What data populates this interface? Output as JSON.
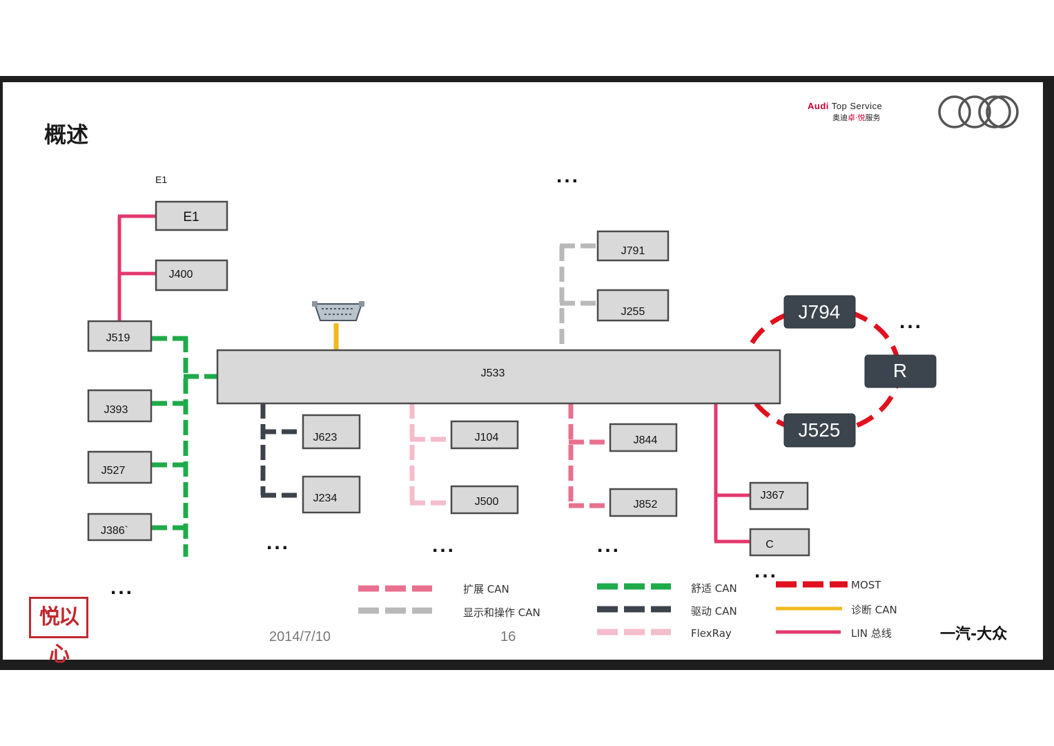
{
  "slide": {
    "title": "概述",
    "brand": {
      "name_red": "Audi",
      "name_rest": " Top Service",
      "sub_black1": "奥迪",
      "sub_red": "卓·悦",
      "sub_black2": "服务"
    },
    "note_e1": "E1",
    "date": "2014/7/10",
    "page_number": "16",
    "faw_logo_text": "一汽-大众",
    "seal_text": "悦以心"
  },
  "colors": {
    "extended_can": "#e9708e",
    "display_can": "#b9b9b9",
    "comfort_can": "#1faa4a",
    "drive_can": "#3c434b",
    "flexray": "#f5bccb",
    "most": "#e0101e",
    "diag_can": "#f2b81c",
    "lin": "#e3386e",
    "box_fill": "#d9d9d9",
    "box_dark": "#3c454d"
  },
  "nodes": {
    "E1": "E1",
    "J400": "J400",
    "J519": "J519",
    "J393": "J393",
    "J527": "J527",
    "J386": "J386`",
    "J533": "J533",
    "J623": "J623",
    "J234": "J234",
    "J104": "J104",
    "J500": "J500",
    "J844": "J844",
    "J852": "J852",
    "J791": "J791",
    "J255": "J255",
    "J367": "J367",
    "C": "C",
    "J794": "J794",
    "J525": "J525",
    "R": "R"
  },
  "ellipsis": "...",
  "legend": [
    {
      "label": "扩展 CAN",
      "color": "#e9708e",
      "style": "dashed"
    },
    {
      "label": "显示和操作 CAN",
      "color": "#b9b9b9",
      "style": "dashed"
    },
    {
      "label": "舒适 CAN",
      "color": "#1faa4a",
      "style": "dashed"
    },
    {
      "label": "驱动 CAN",
      "color": "#3c434b",
      "style": "dashed"
    },
    {
      "label": "FlexRay",
      "color": "#f5bccb",
      "style": "dashed"
    },
    {
      "label": "MOST",
      "color": "#e0101e",
      "style": "dashed"
    },
    {
      "label": "诊断 CAN",
      "color": "#f2b81c",
      "style": "solid"
    },
    {
      "label": "LIN 总线",
      "color": "#e3386e",
      "style": "solid"
    }
  ]
}
